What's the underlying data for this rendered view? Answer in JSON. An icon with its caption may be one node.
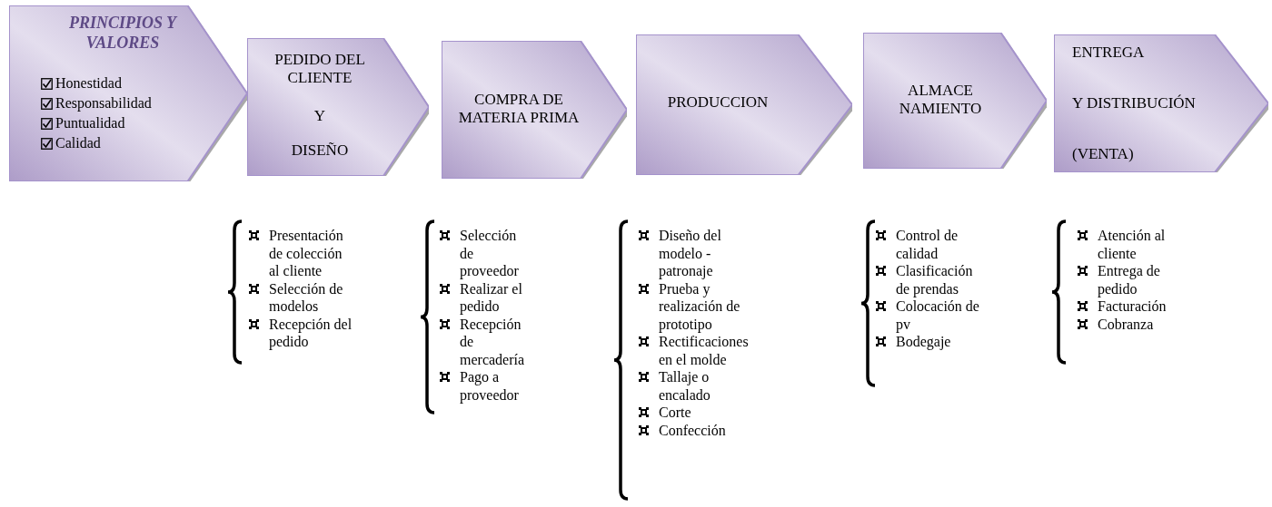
{
  "diagram": {
    "nodes": [
      {
        "text": [
          "PRINCIPIOS Y VALORES",
          "Honestidad",
          "Responsabilidad",
          "Puntualidad",
          "Calidad"
        ]
      },
      {
        "text": [
          "PEDIDO DEL CLIENTE",
          "Y",
          "DISEÑO"
        ],
        "beside": [
          "Presentación de colección al cliente",
          "Selección de modelos",
          "Recepción del pedido"
        ]
      },
      {
        "text": [
          "COMPRA DE MATERIA PRIMA"
        ],
        "beside": [
          "Selección de proveedor",
          "Realizar el pedido",
          "Recepción de mercadería",
          "Pago a proveedor"
        ]
      },
      {
        "text": [
          "PRODUCCION"
        ],
        "beside": [
          "Diseño del modelo - patronaje",
          "Prueba y realización de prototipo",
          "Rectificaciones en el molde",
          "Tallaje o encalado",
          "Corte",
          "Confección"
        ]
      },
      {
        "text": [
          "ALMACE NAMIENTO"
        ],
        "beside": [
          "Control de calidad",
          "Clasificación de prendas",
          "Colocación de pv",
          "Bodegaje"
        ]
      },
      {
        "text": [
          "ENTREGA",
          "Y DISTRIBUCIÓN",
          "(VENTA)"
        ],
        "beside": [
          "Atención al cliente",
          "Entrega de pedido",
          "Facturación",
          "Cobranza"
        ]
      }
    ],
    "edges": []
  }
}
